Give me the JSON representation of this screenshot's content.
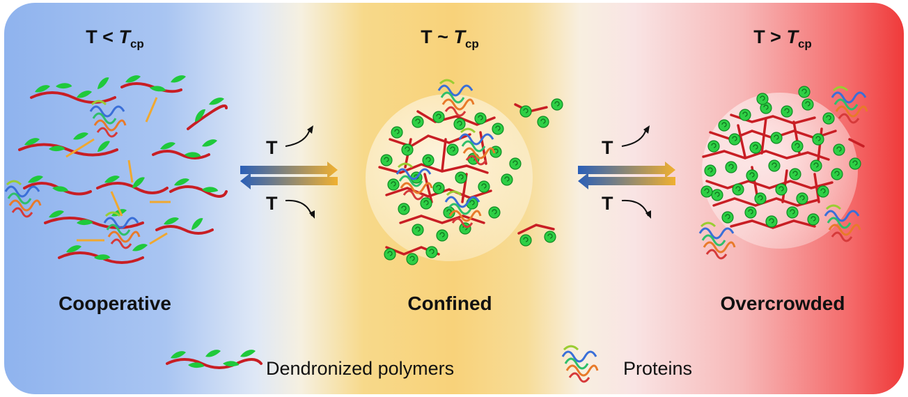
{
  "states": [
    {
      "heading_prefix": "T < ",
      "heading_var": "T",
      "heading_sub": "cp",
      "label": "Cooperative"
    },
    {
      "heading_prefix": "T ~ ",
      "heading_var": "T",
      "heading_sub": "cp",
      "label": "Confined"
    },
    {
      "heading_prefix": "T > ",
      "heading_var": "T",
      "heading_sub": "cp",
      "label": "Overcrowded"
    }
  ],
  "arrows": [
    {
      "up_label": "T",
      "down_label": "T"
    },
    {
      "up_label": "T",
      "down_label": "T"
    }
  ],
  "legend": {
    "polymer_label": "Dendronized polymers",
    "protein_label": "Proteins"
  },
  "colors": {
    "polymer": "#c81e24",
    "dendron": "#1fc93b",
    "interaction_arrow": "#f0a830",
    "arrow_blue": "#2a5fb8",
    "arrow_gold": "#e8a018"
  }
}
